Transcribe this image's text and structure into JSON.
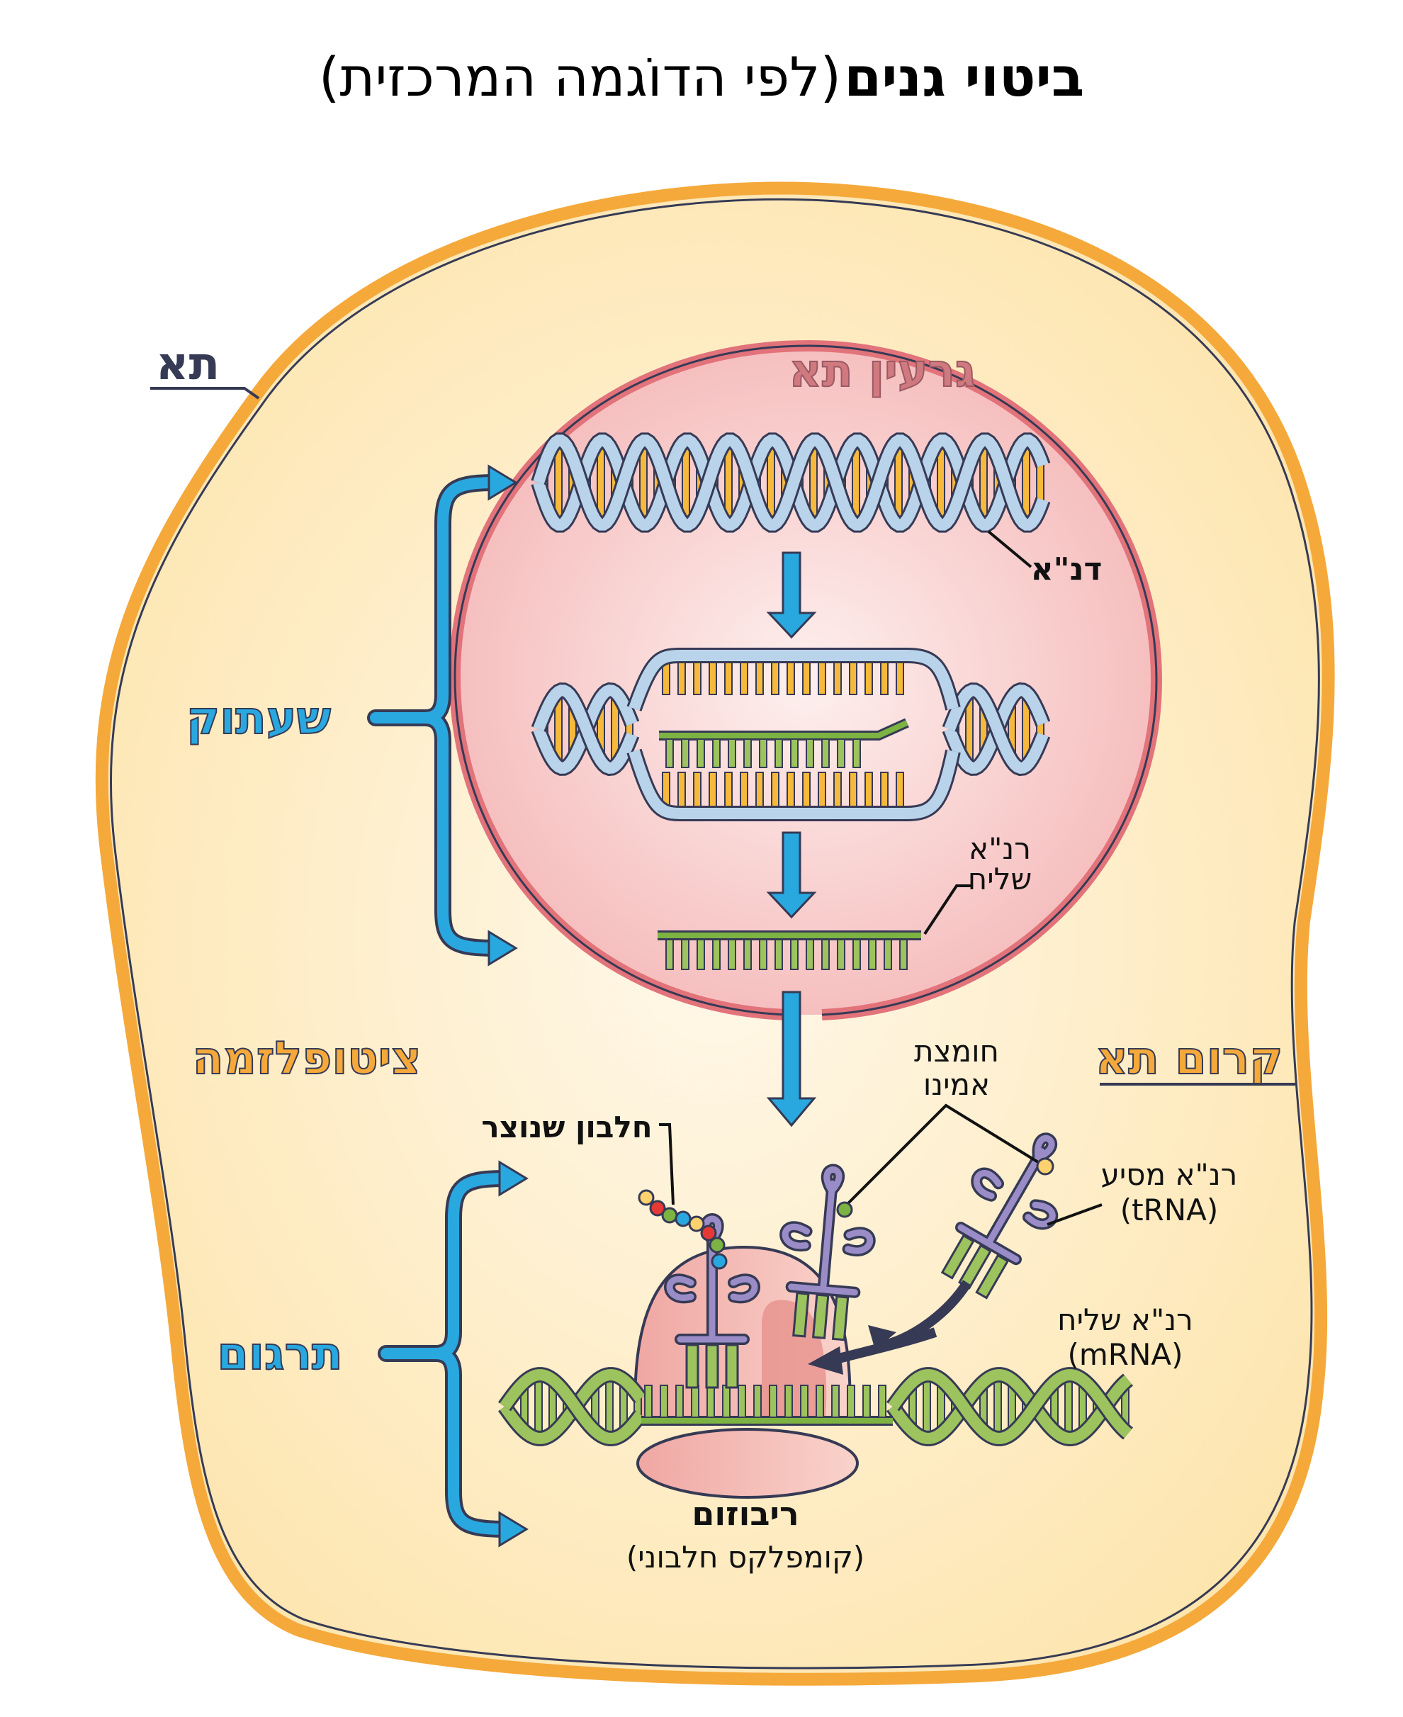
{
  "title": {
    "bold": "ביטוי גנים",
    "regular": "(לפי הדוֹגמה המרכזית)"
  },
  "labels": {
    "cell": "תא",
    "nucleus": "גרעין תא",
    "dna": "דנ\"א",
    "mrna_nucleus_line1": "רנ\"א",
    "mrna_nucleus_line2": "שליח",
    "transcription": "שעתוק",
    "cytoplasm": "ציטופלזמה",
    "cell_membrane": "קרום תא",
    "amino_acid_line1": "חומצת",
    "amino_acid_line2": "אמינו",
    "protein": "חלבון שנוצר",
    "trna_line1": "רנ\"א מסיע",
    "trna_line2": "(tRNA)",
    "mrna_line1": "רנ\"א שליח",
    "mrna_line2": "(mRNA)",
    "translation": "תרגום",
    "ribosome": "ריבוזום",
    "ribosome_sub": "(קומפלקס חלבוני)"
  },
  "colors": {
    "cell_fill": "#fde9b8",
    "membrane": "#f5a93a",
    "outline": "#363a55",
    "nucleus_fill": "#f7c6c6",
    "nucleus_edge": "#e2737a",
    "dna_backbone": "#b9d3ea",
    "dna_base_orange": "#f6b93b",
    "rna_green": "#9cc35d",
    "arrow_blue": "#29a8e0",
    "trna_purple": "#9a8dc7",
    "ribosome": "#eb9a98"
  }
}
